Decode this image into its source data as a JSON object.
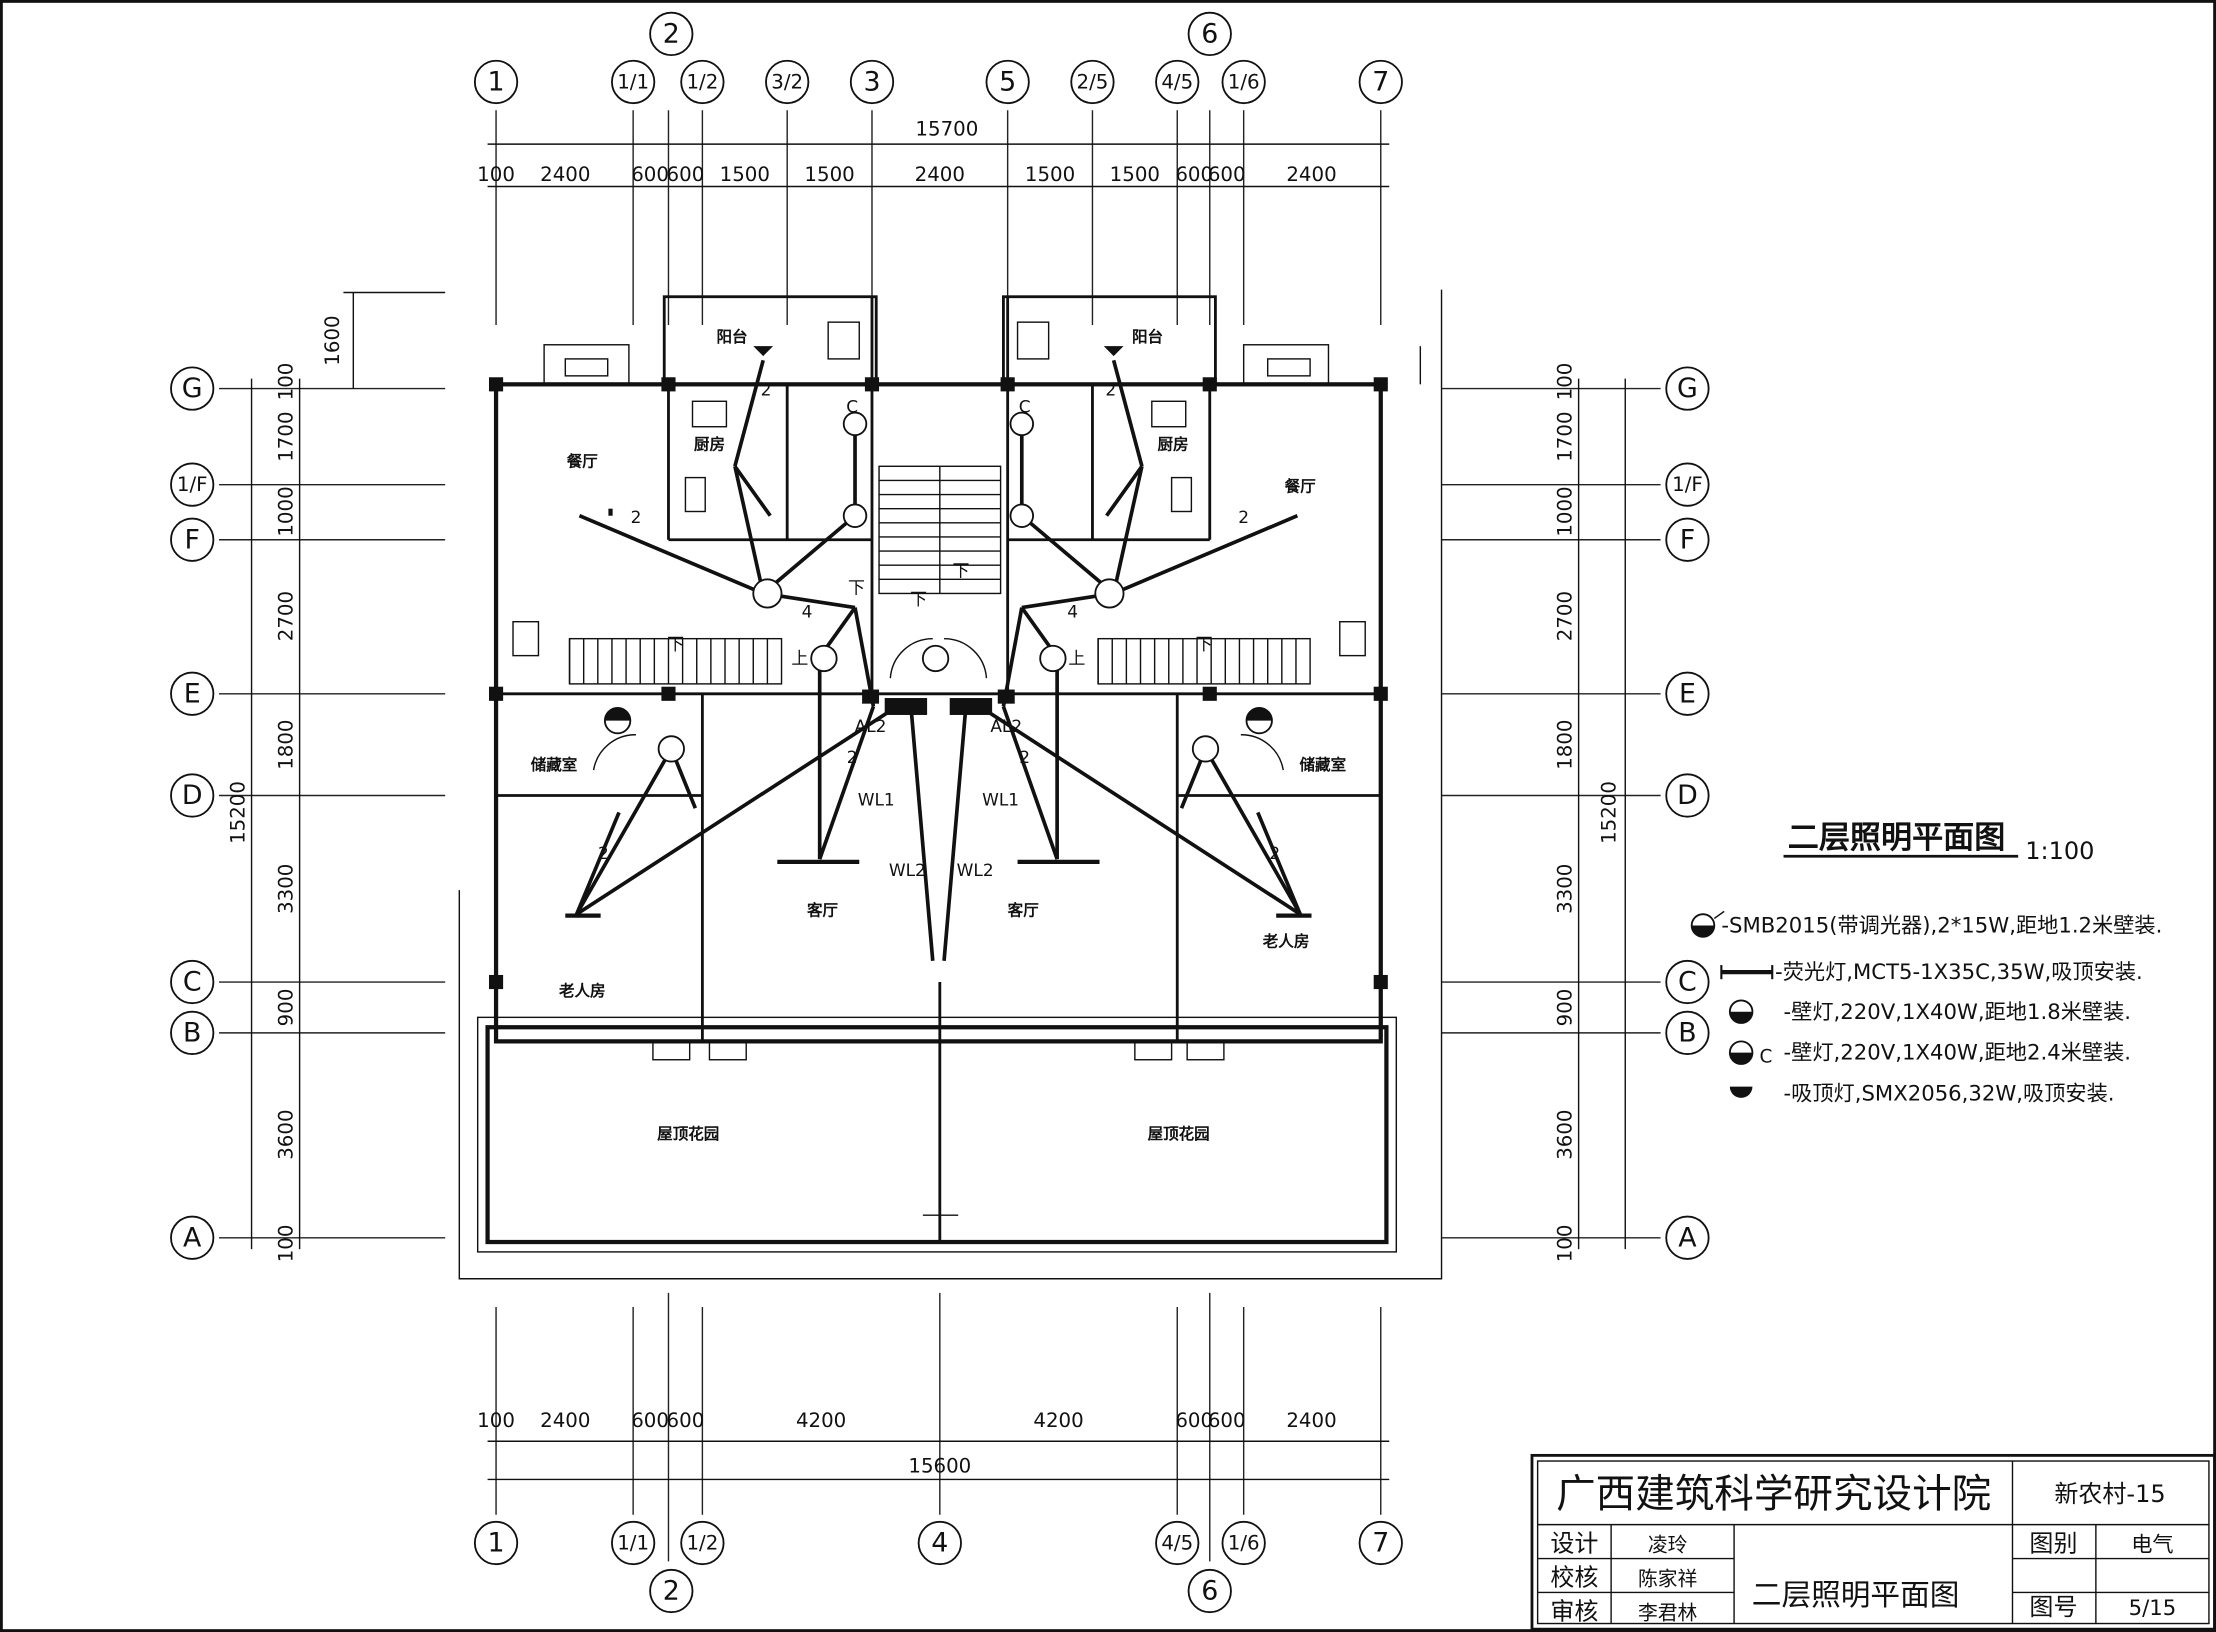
{
  "drawing_title": "二层照明平面图",
  "scale": "1:100",
  "axes_top": [
    "1",
    "1/1",
    "2",
    "1/2",
    "3/2",
    "3",
    "5",
    "2/5",
    "4/5",
    "6",
    "1/6",
    "7"
  ],
  "axes_bottom": [
    "1",
    "1/1",
    "2",
    "1/2",
    "4",
    "4/5",
    "6",
    "1/6",
    "7"
  ],
  "axes_left": [
    "G",
    "1/F",
    "F",
    "E",
    "D",
    "C",
    "B",
    "A"
  ],
  "axes_right": [
    "G",
    "1/F",
    "F",
    "E",
    "D",
    "C",
    "B",
    "A"
  ],
  "dims_top_total": "15700",
  "dims_top": [
    "100",
    "2400",
    "600",
    "600",
    "1500",
    "1500",
    "2400",
    "1500",
    "1500",
    "600",
    "600",
    "2400"
  ],
  "dims_bottom_total": "15600",
  "dims_bottom": [
    "100",
    "2400",
    "600",
    "600",
    "4200",
    "4200",
    "600",
    "600",
    "2400"
  ],
  "dims_left": [
    "100",
    "1700",
    "1000",
    "2700",
    "1800",
    "3300",
    "900",
    "3600",
    "100"
  ],
  "dims_left_total": "15200",
  "dims_left_balcony": "1600",
  "dims_right": [
    "100",
    "1700",
    "1000",
    "2700",
    "1800",
    "3300",
    "900",
    "3600",
    "100"
  ],
  "dims_right_total": "15200",
  "rooms": {
    "balcony": "阳台",
    "kitchen": "厨房",
    "dining": "餐厅",
    "storage": "储藏室",
    "living": "客厅",
    "elderly": "老人房",
    "roof_garden": "屋顶花园"
  },
  "stairs": {
    "up": "上",
    "down": "下"
  },
  "circuits": {
    "al2": "AL2",
    "wl1": "WL1",
    "wl2": "WL2",
    "n2": "2",
    "n4": "4",
    "c": "C"
  },
  "legend": [
    {
      "icon": "smb-lamp-icon",
      "text": "-SMB2015(带调光器),2*15W,距地1.2米壁装."
    },
    {
      "icon": "fluorescent-lamp-icon",
      "text": "-荧光灯,MCT5-1X35C,35W,吸顶安装."
    },
    {
      "icon": "wall-lamp-icon",
      "text": "-壁灯,220V,1X40W,距地1.8米壁装."
    },
    {
      "icon": "wall-lamp-c-icon",
      "text": "-壁灯,220V,1X40W,距地2.4米壁装."
    },
    {
      "icon": "ceiling-lamp-icon",
      "text": "-吸顶灯,SMX2056,32W,吸顶安装."
    }
  ],
  "title_block": {
    "institute": "广西建筑科学研究设计院",
    "project": "新农村-15",
    "design_label": "设计",
    "design_name": "凌玲",
    "check_label": "校核",
    "check_name": "陈家祥",
    "review_label": "审核",
    "review_name": "李君林",
    "sheet_title": "二层照明平面图",
    "category_label": "图别",
    "category_value": "电气",
    "number_label": "图号",
    "number_value": "5/15"
  }
}
